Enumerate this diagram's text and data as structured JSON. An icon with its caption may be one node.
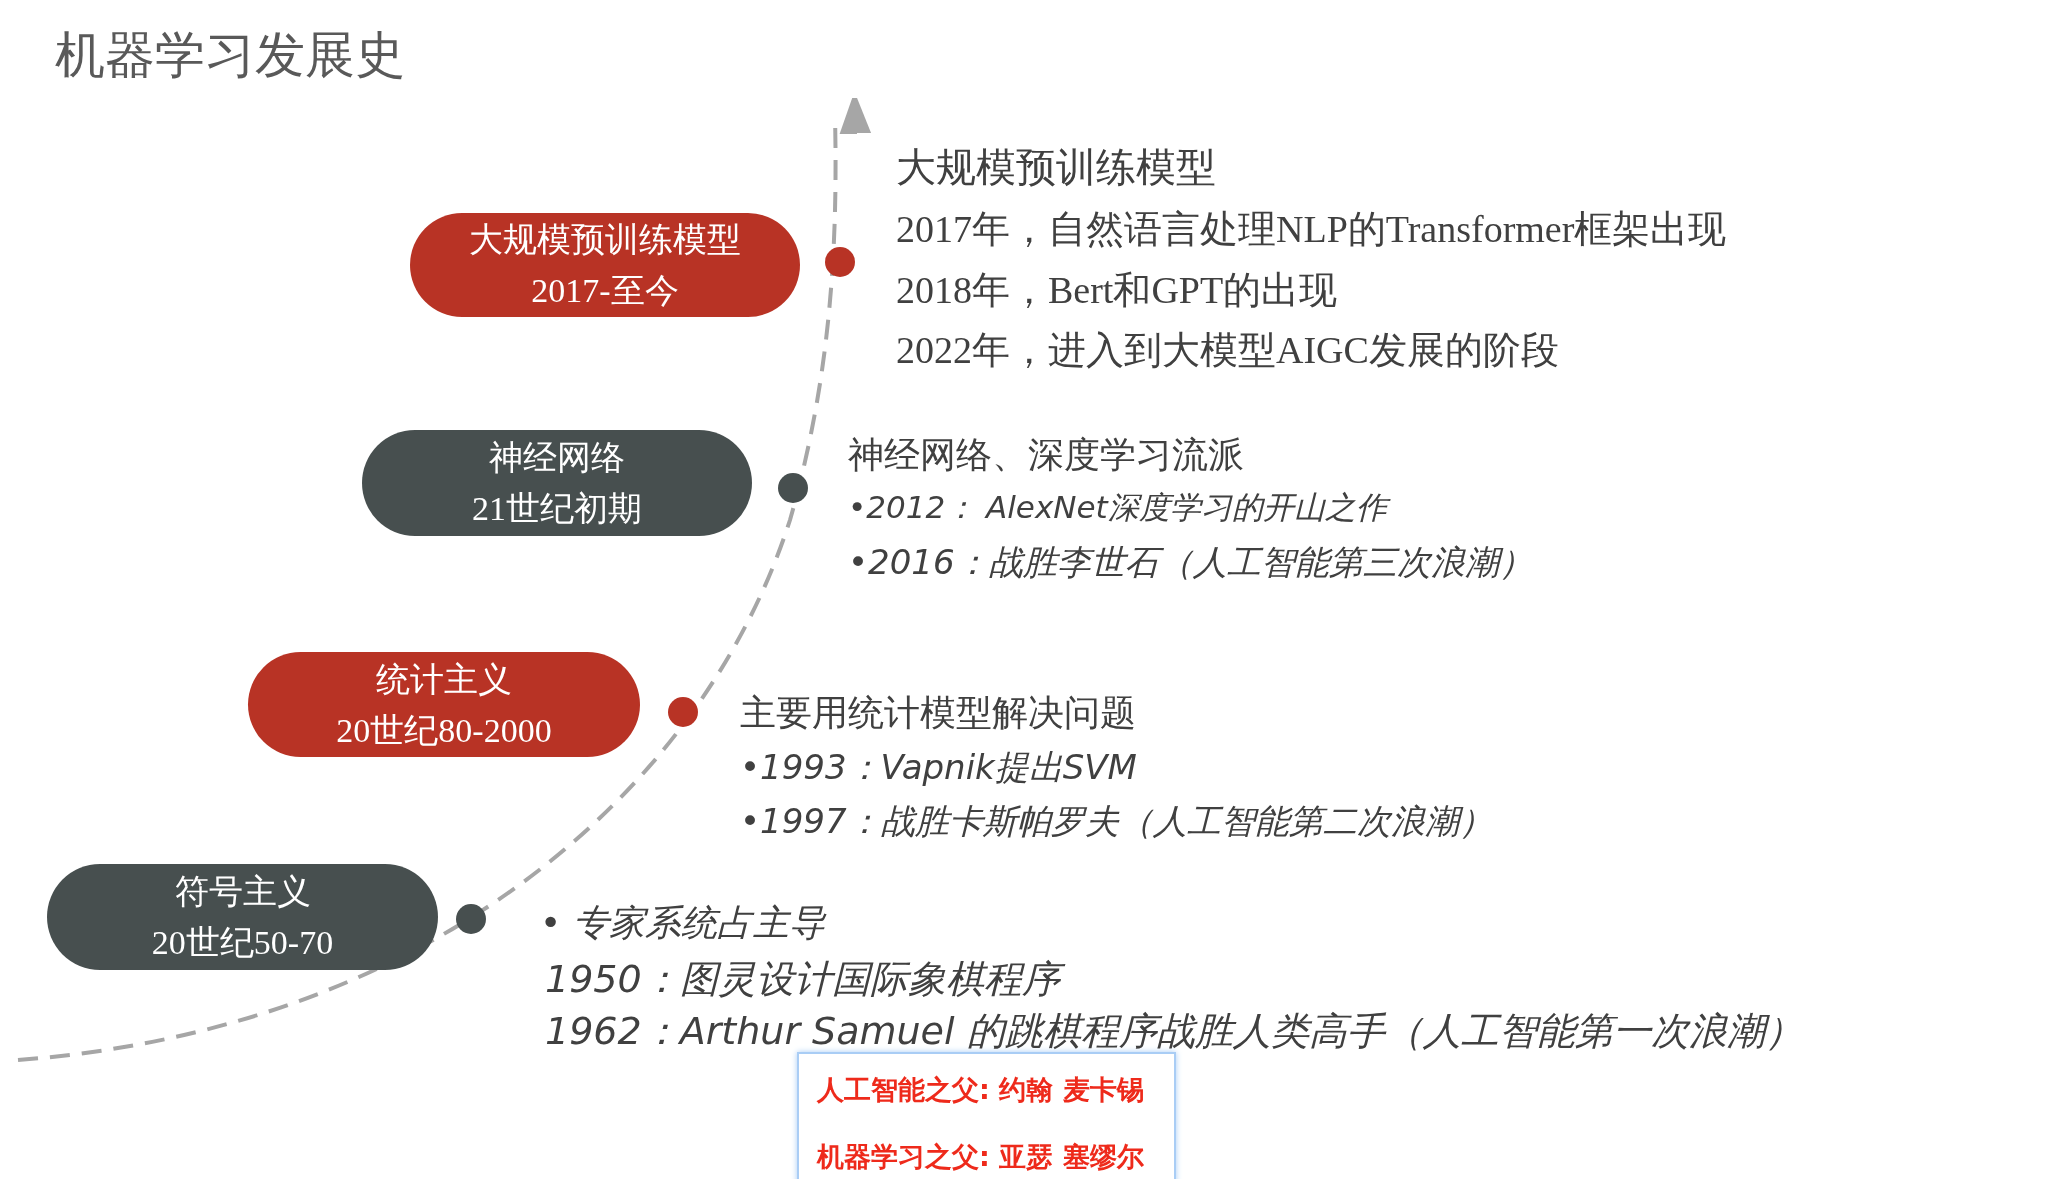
{
  "diagram": {
    "title": "机器学习发展史",
    "nodes": [
      {
        "text": [
          "大规模预训练模型",
          "2017-至今"
        ]
      },
      {
        "text": [
          "神经网络",
          "21世纪初期"
        ]
      },
      {
        "text": [
          "统计主义",
          "20世纪80-2000"
        ]
      },
      {
        "text": [
          "符号主义",
          "20世纪50-70"
        ]
      },
      {
        "text": [
          "人工智能之父: 约翰 麦卡锡",
          "机器学习之父: 亚瑟 塞缪尔"
        ]
      }
    ],
    "labels": [
      "大规模预训练模型",
      "2017年，自然语言处理NLP的Transformer框架出现",
      "2018年，Bert和GPT的出现",
      "2022年，进入到大模型AIGC发展的阶段",
      "神经网络、深度学习流派",
      "•2012： AlexNet深度学习的开山之作",
      "•2016：战胜李世石（人工智能第三次浪潮）",
      "主要用统计模型解决问题",
      "•1993：Vapnik提出SVM",
      "•1997：战胜卡斯帕罗夫（人工智能第二次浪潮）",
      "•  专家系统占主导",
      "1950：图灵设计国际象棋程序",
      "1962：Arthur Samuel 的跳棋程序战胜人类高手（人工智能第一次浪潮）"
    ]
  }
}
